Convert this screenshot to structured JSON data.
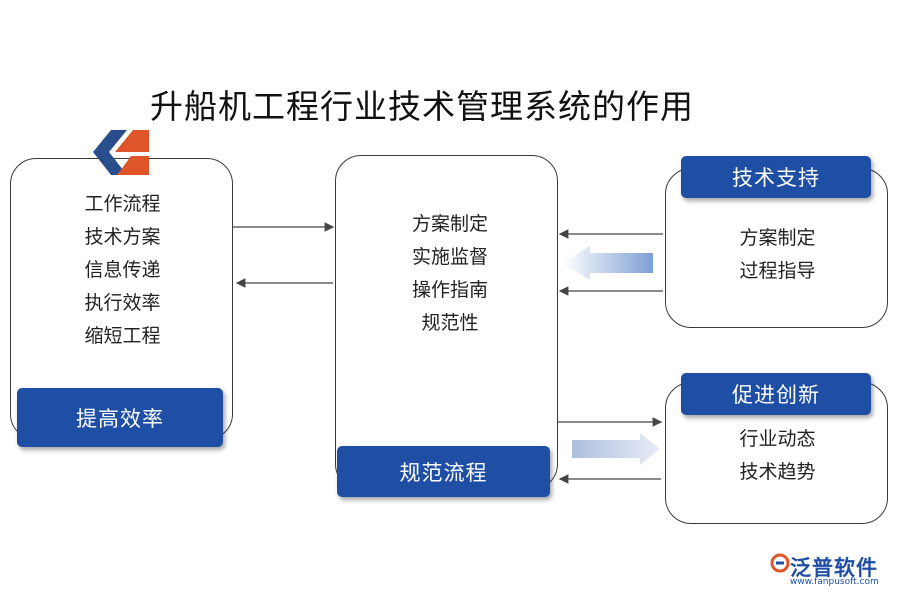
{
  "title": "升船机工程行业技术管理系统的作用",
  "left": {
    "items": [
      "工作流程",
      "技术方案",
      "信息传递",
      "执行效率",
      "缩短工程"
    ],
    "label": "提高效率"
  },
  "center": {
    "items": [
      "方案制定",
      "实施监督",
      "操作指南",
      "规范性"
    ],
    "label": "规范流程"
  },
  "right_top": {
    "label": "技术支持",
    "items": [
      "方案制定",
      "过程指导"
    ]
  },
  "right_bottom": {
    "label": "促进创新",
    "items": [
      "行业动态",
      "技术趋势"
    ]
  },
  "brand": {
    "name": "泛普软件",
    "url": "www.fanpusoft.com"
  },
  "colors": {
    "label_bg": "#1f4fa5",
    "logo_blue": "#2a4e8c",
    "logo_orange": "#e0542a"
  }
}
